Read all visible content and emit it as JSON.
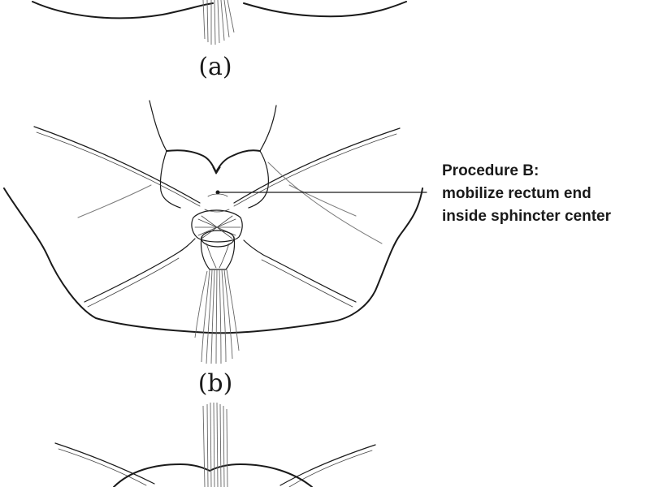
{
  "panels": {
    "a": {
      "label": "(a)"
    },
    "b": {
      "label": "(b)"
    }
  },
  "callout": {
    "line1": "Procedure B:",
    "line2": "mobilize rectum end",
    "line3": "inside sphincter center"
  },
  "colors": {
    "ink": "#1a1a1a",
    "background": "#ffffff"
  }
}
